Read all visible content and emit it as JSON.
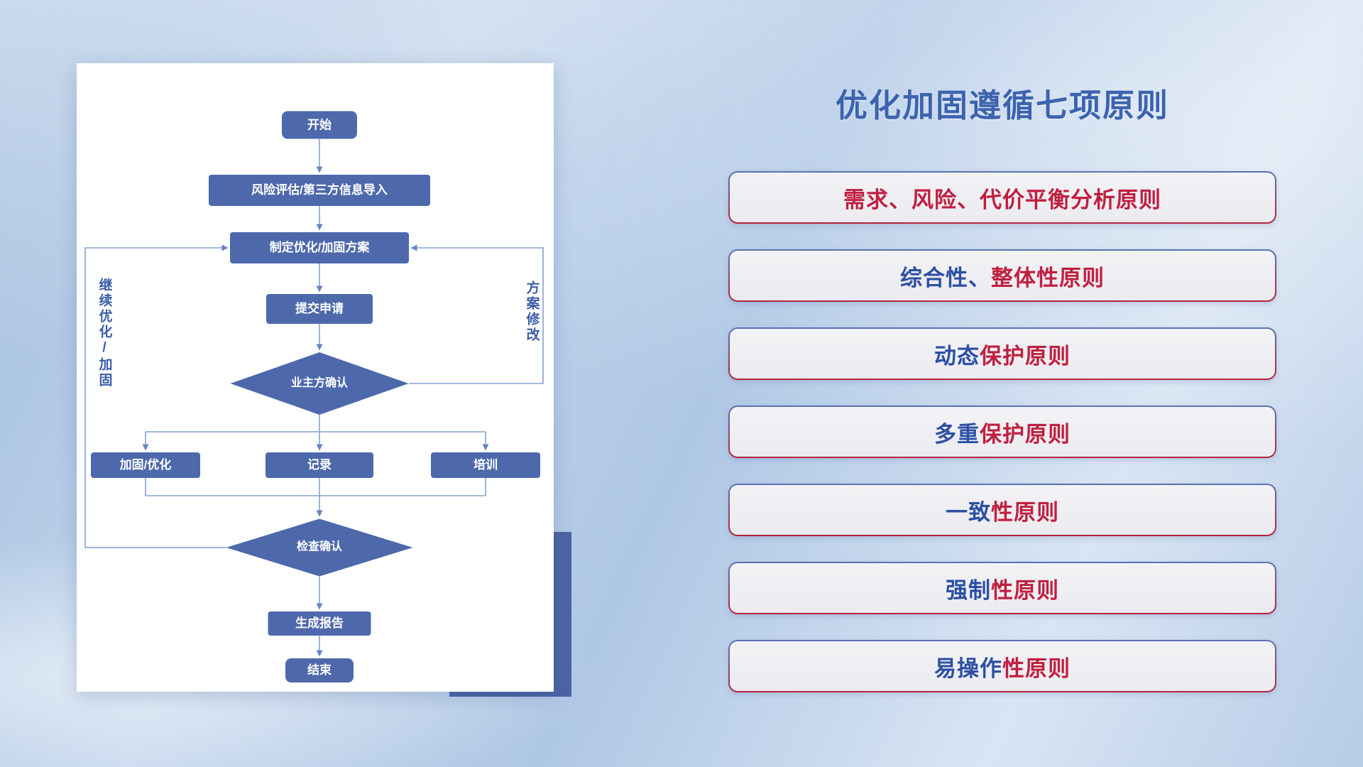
{
  "colors": {
    "blue": "#2b4fa3",
    "red": "#c01f3f",
    "node_fill": "#4d69ac",
    "line": "#84a0d4",
    "arrow": "#6486c4",
    "title": "#3c63af",
    "accent_rect": "#4c64a3"
  },
  "right_panel": {
    "title": "优化加固遵循七项原则"
  },
  "principles": [
    {
      "segments": [
        {
          "text": "需求、风险、代价平衡分析原则",
          "color": "red"
        }
      ]
    },
    {
      "segments": [
        {
          "text": "综合性、",
          "color": "blue"
        },
        {
          "text": "整体性原则",
          "color": "red"
        }
      ]
    },
    {
      "segments": [
        {
          "text": "动态",
          "color": "blue"
        },
        {
          "text": "保护原则",
          "color": "red"
        }
      ]
    },
    {
      "segments": [
        {
          "text": "多重",
          "color": "blue"
        },
        {
          "text": "保护原则",
          "color": "red"
        }
      ]
    },
    {
      "segments": [
        {
          "text": "一致",
          "color": "blue"
        },
        {
          "text": "性原则",
          "color": "red"
        }
      ]
    },
    {
      "segments": [
        {
          "text": "强制",
          "color": "blue"
        },
        {
          "text": "性原则",
          "color": "red"
        }
      ]
    },
    {
      "segments": [
        {
          "text": "易操作",
          "color": "blue"
        },
        {
          "text": "性原则",
          "color": "red"
        }
      ]
    }
  ],
  "flowchart": {
    "nodes": [
      {
        "id": "start",
        "label": "开始",
        "type": "rounded"
      },
      {
        "id": "risk",
        "label": "风险评估/第三方信息导入",
        "type": "rect"
      },
      {
        "id": "plan",
        "label": "制定优化/加固方案",
        "type": "rect"
      },
      {
        "id": "submit",
        "label": "提交申请",
        "type": "rect"
      },
      {
        "id": "owner",
        "label": "业主方确认",
        "type": "diamond"
      },
      {
        "id": "reinforce",
        "label": "加固/优化",
        "type": "rect"
      },
      {
        "id": "record",
        "label": "记录",
        "type": "rect"
      },
      {
        "id": "train",
        "label": "培训",
        "type": "rect"
      },
      {
        "id": "check",
        "label": "检查确认",
        "type": "diamond"
      },
      {
        "id": "report",
        "label": "生成报告",
        "type": "rect"
      },
      {
        "id": "end",
        "label": "结束",
        "type": "rounded"
      }
    ],
    "side_labels": {
      "left": "继续优化/加固",
      "right": "方案修改"
    }
  }
}
